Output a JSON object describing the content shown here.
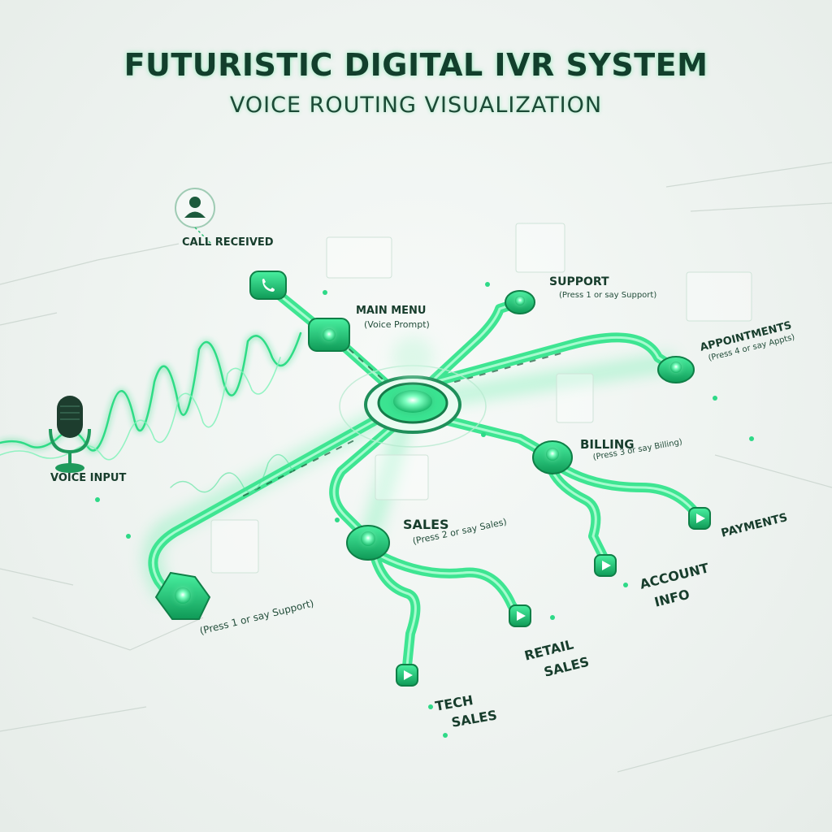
{
  "header": {
    "title": "FUTURISTIC DIGITAL IVR SYSTEM",
    "subtitle": "VOICE ROUTING VISUALIZATION"
  },
  "colors": {
    "accent": "#2ee08a",
    "accent_dark": "#12a35e",
    "text_dark": "#143d2b",
    "background": "#eef3f0"
  },
  "icons": {
    "caller": "user-icon",
    "call": "phone-icon",
    "mic": "microphone-icon",
    "arrow": "play-arrow-icon"
  },
  "nodes": {
    "call_received": {
      "label": "CALL RECEIVED"
    },
    "voice_input": {
      "label": "VOICE INPUT"
    },
    "main_menu": {
      "label": "MAIN MENU",
      "sub": "(Voice Prompt)"
    },
    "support": {
      "label": "SUPPORT",
      "sub": "(Press 1 or say Support)"
    },
    "appointments": {
      "label": "APPOINTMENTS",
      "sub": "(Press 4 or say Appts)"
    },
    "billing": {
      "label": "BILLING",
      "sub": "(Press 3 or say Billing)"
    },
    "sales": {
      "label": "SALES",
      "sub": "(Press 2 or say Sales)"
    },
    "support_alt": {
      "sub": "(Press 1 or say Support)"
    },
    "tech_sales": {
      "label_l1": "TECH",
      "label_l2": "SALES"
    },
    "retail_sales": {
      "label_l1": "RETAIL",
      "label_l2": "SALES"
    },
    "account_info": {
      "label_l1": "ACCOUNT",
      "label_l2": "INFO"
    },
    "payments": {
      "label": "PAYMENTS"
    }
  }
}
